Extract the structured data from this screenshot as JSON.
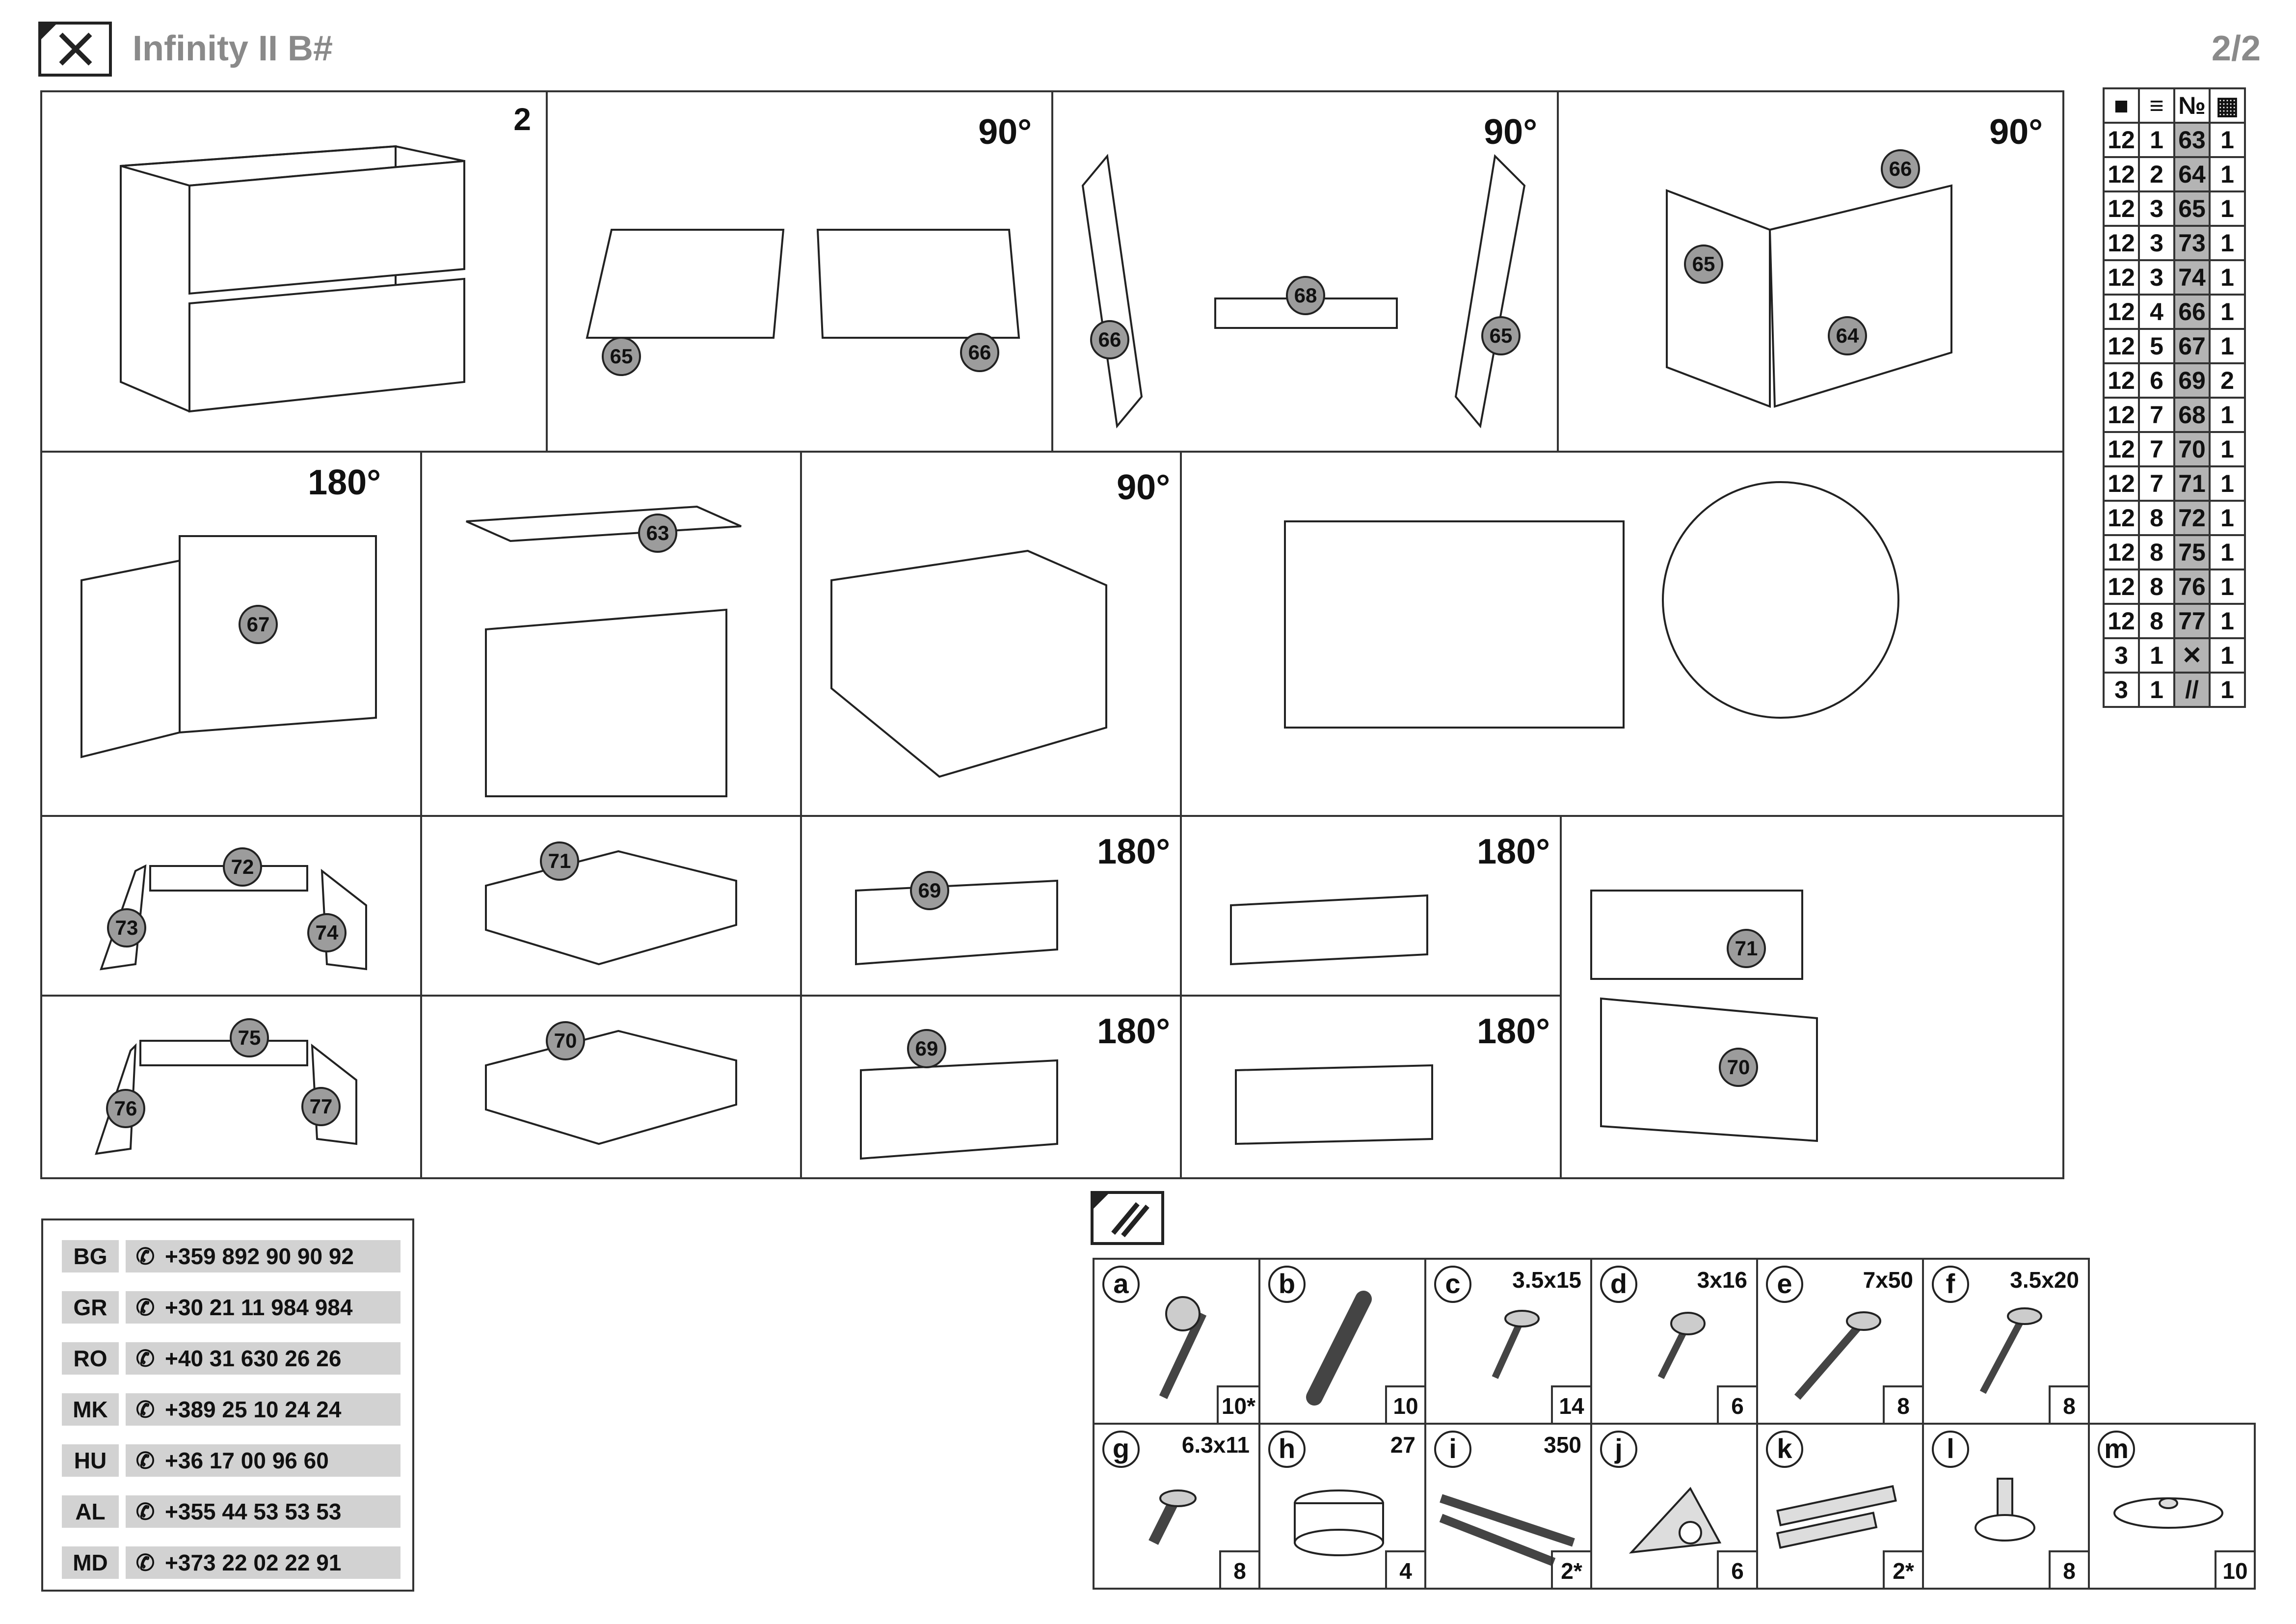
{
  "header": {
    "title": "Infinity II B#",
    "page": "2/2"
  },
  "steps": {
    "step_number": "2",
    "rotations": {
      "r1": "90°",
      "r2": "90°",
      "r3": "90°",
      "r4": "180°",
      "r5": "90°",
      "r6": "180°",
      "r7": "180°",
      "r8": "180°",
      "r9": "180°"
    },
    "labels": {
      "p65a": "65",
      "p66a": "66",
      "p66b": "66",
      "p68": "68",
      "p65b": "65",
      "p66c": "66",
      "p65c": "65",
      "p64": "64",
      "p67": "67",
      "p63": "63",
      "p72": "72",
      "p73": "73",
      "p74": "74",
      "p71a": "71",
      "p69a": "69",
      "p75": "75",
      "p76": "76",
      "p77": "77",
      "p70a": "70",
      "p69b": "69",
      "p71b": "71",
      "p70b": "70"
    }
  },
  "parts_table": {
    "headers": [
      "box-icon",
      "layers-icon",
      "№",
      "grid-icon"
    ],
    "rows": [
      [
        "12",
        "1",
        "63",
        "1"
      ],
      [
        "12",
        "2",
        "64",
        "1"
      ],
      [
        "12",
        "3",
        "65",
        "1"
      ],
      [
        "12",
        "3",
        "73",
        "1"
      ],
      [
        "12",
        "3",
        "74",
        "1"
      ],
      [
        "12",
        "4",
        "66",
        "1"
      ],
      [
        "12",
        "5",
        "67",
        "1"
      ],
      [
        "12",
        "6",
        "69",
        "2"
      ],
      [
        "12",
        "7",
        "68",
        "1"
      ],
      [
        "12",
        "7",
        "70",
        "1"
      ],
      [
        "12",
        "7",
        "71",
        "1"
      ],
      [
        "12",
        "8",
        "72",
        "1"
      ],
      [
        "12",
        "8",
        "75",
        "1"
      ],
      [
        "12",
        "8",
        "76",
        "1"
      ],
      [
        "12",
        "8",
        "77",
        "1"
      ],
      [
        "3",
        "1",
        "tools-icon",
        "1"
      ],
      [
        "3",
        "1",
        "screws-icon",
        "1"
      ]
    ]
  },
  "contacts": [
    {
      "code": "BG",
      "phone": "+359 892 90 90 92"
    },
    {
      "code": "GR",
      "phone": "+30 21 11 984 984"
    },
    {
      "code": "RO",
      "phone": "+40 31 630 26 26"
    },
    {
      "code": "MK",
      "phone": "+389 25 10 24 24"
    },
    {
      "code": "HU",
      "phone": "+36 17 00 96 60"
    },
    {
      "code": "AL",
      "phone": "+355 44 53 53 53"
    },
    {
      "code": "MD",
      "phone": "+373 22 02 22 91"
    }
  ],
  "hardware": [
    {
      "letter": "a",
      "size": "",
      "qty": "10*"
    },
    {
      "letter": "b",
      "size": "",
      "qty": "10"
    },
    {
      "letter": "c",
      "size": "3.5x15",
      "qty": "14"
    },
    {
      "letter": "d",
      "size": "3x16",
      "qty": "6"
    },
    {
      "letter": "e",
      "size": "7x50",
      "qty": "8"
    },
    {
      "letter": "f",
      "size": "3.5x20",
      "qty": "8"
    },
    {
      "letter": "g",
      "size": "6.3x11",
      "qty": "8"
    },
    {
      "letter": "h",
      "size": "27",
      "qty": "4"
    },
    {
      "letter": "i",
      "size": "350",
      "qty": "2*"
    },
    {
      "letter": "j",
      "size": "",
      "qty": "6"
    },
    {
      "letter": "k",
      "size": "",
      "qty": "2*"
    },
    {
      "letter": "l",
      "size": "",
      "qty": "8"
    },
    {
      "letter": "m",
      "size": "",
      "qty": "10"
    }
  ]
}
